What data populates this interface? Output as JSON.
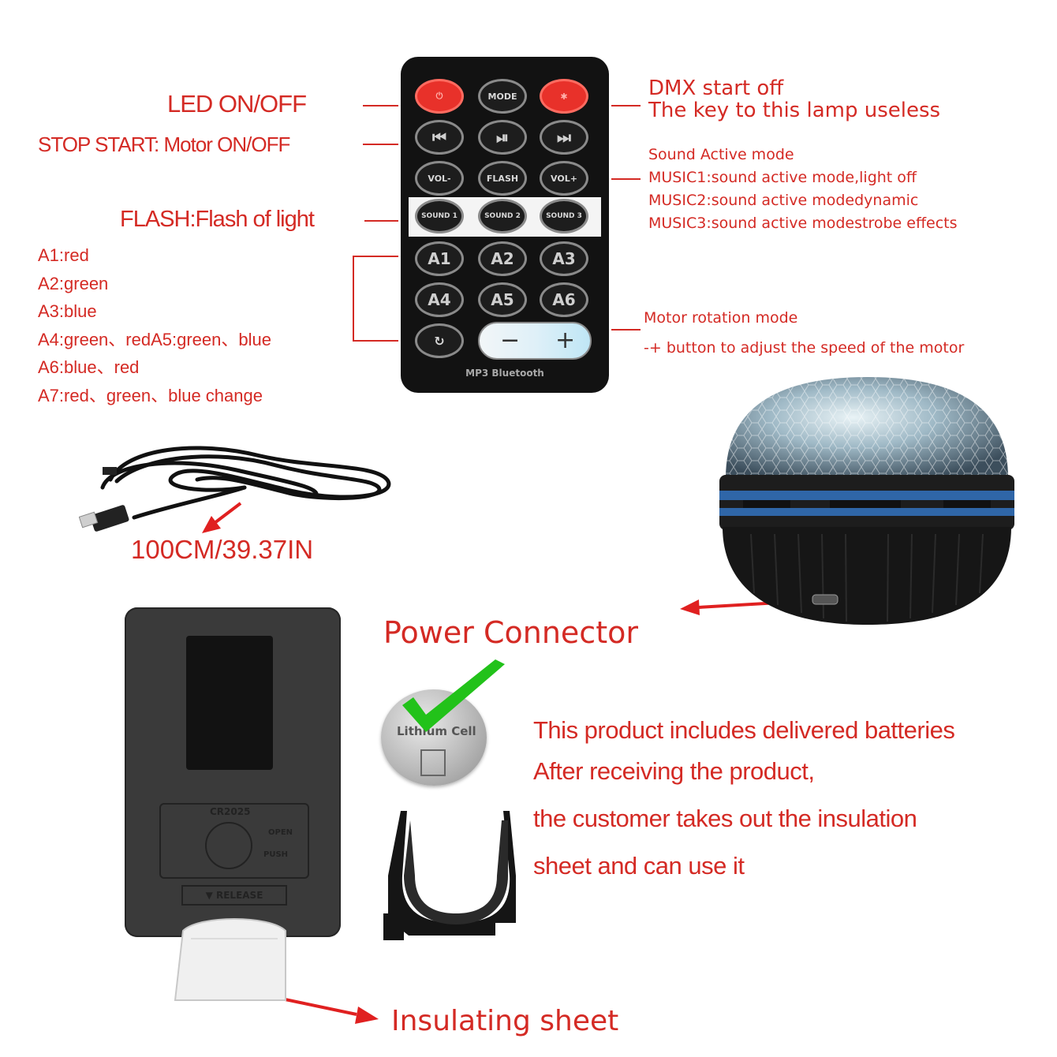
{
  "remote": {
    "buttons": {
      "mode": "MODE",
      "vol_minus": "VOL-",
      "flash": "FLASH",
      "vol_plus": "VOL+",
      "sound1": "SOUND 1",
      "sound2": "SOUND 2",
      "sound3": "SOUND 3",
      "a1": "A1",
      "a2": "A2",
      "a3": "A3",
      "a4": "A4",
      "a5": "A5",
      "a6": "A6",
      "minus": "−",
      "plus": "+"
    },
    "footer": "MP3 Bluetooth"
  },
  "labels": {
    "led": "LED ON/OFF",
    "stop_start": "STOP START: Motor ON/OFF",
    "flash": "FLASH:Flash of light",
    "dmx_1": "DMX start off",
    "dmx_2": "The key to this lamp useless",
    "sound_active": "Sound Active mode",
    "music1": "MUSIC1:sound active mode,light off",
    "music2": "MUSIC2:sound active modedynamic",
    "music3": "MUSIC3:sound active modestrobe effects",
    "motor_mode": "Motor rotation mode",
    "motor_speed": "-+ button to adjust the speed of the motor"
  },
  "color_list": [
    "A1:red",
    "A2:green",
    "A3:blue",
    "A4:green、redA5:green、blue",
    "A6:blue、red",
    "A7:red、green、blue change"
  ],
  "cable_length": "100CM/39.37IN",
  "power_connector": "Power Connector",
  "battery_text": [
    "This product includes delivered batteries",
    "After receiving the product,",
    "the customer takes out the insulation",
    "sheet and can use it"
  ],
  "back_cover": {
    "battery_type": "CR2025",
    "open": "OPEN",
    "push": "PUSH",
    "release": "▼ RELEASE"
  },
  "coin_text": "Lithium Cell",
  "insulating_sheet": "Insulating sheet",
  "colors": {
    "label_red": "#d42a24",
    "remote_body": "#121212",
    "check_green": "#22c21a"
  }
}
